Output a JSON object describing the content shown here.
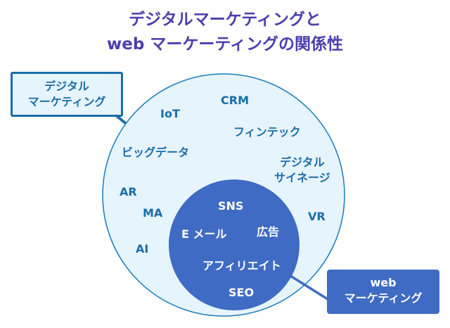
{
  "title": {
    "line1": "デジタルマーケティングと",
    "line2": "web マーケーティングの関係性"
  },
  "colors": {
    "title": "#4a3fae",
    "outer_fill": "#e6f4fd",
    "outer_stroke": "#1a7bb8",
    "outer_text": "#1a6ea8",
    "inner_fill": "#3f6bc4",
    "inner_text": "#ffffff"
  },
  "digital_marketing": {
    "label_line1": "デジタル",
    "label_line2": "マーケティング",
    "items": [
      "CRM",
      "IoT",
      "フィンテック",
      "ビッグデータ",
      "デジタル",
      "サイネージ",
      "AR",
      "MA",
      "VR",
      "AI"
    ]
  },
  "web_marketing": {
    "label_line1": "web",
    "label_line2": "マーケティング",
    "items": [
      "SNS",
      "E メール",
      "広告",
      "アフィリエイト",
      "SEO"
    ]
  }
}
